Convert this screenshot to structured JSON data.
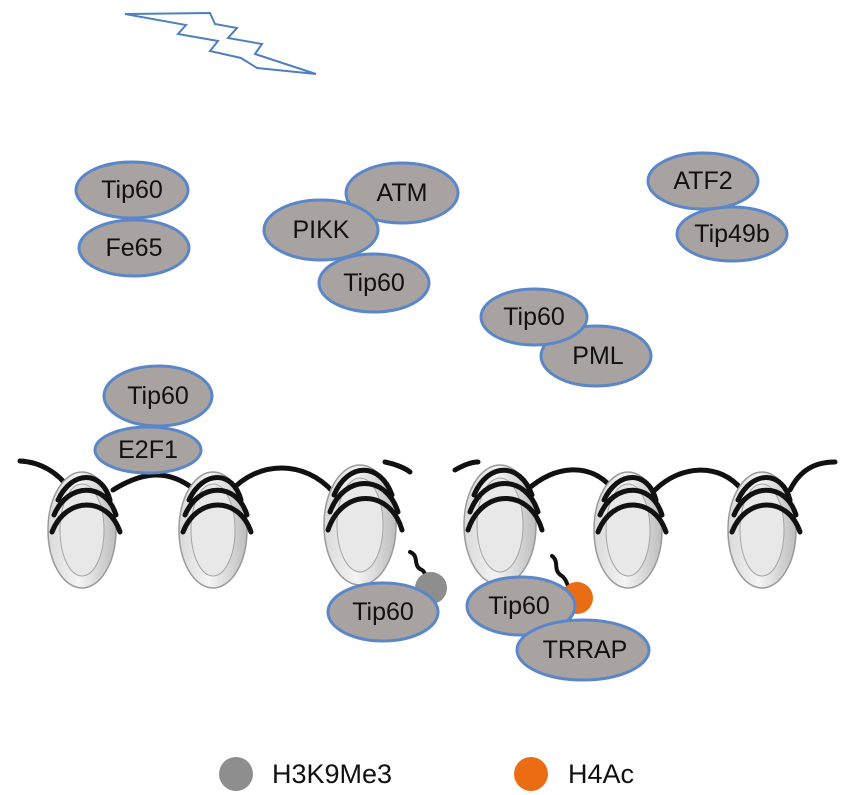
{
  "colors": {
    "protein_fill": "#a8a3a0",
    "protein_stroke": "#5b87c8",
    "dna": "#111111",
    "h3k9me3": "#8e8e8e",
    "h4ac": "#ea6d14",
    "bolt_stroke": "#4f7fbf"
  },
  "proteins": {
    "tip60_a": "Tip60",
    "fe65": "Fe65",
    "atm": "ATM",
    "pikk": "PIKK",
    "tip60_b": "Tip60",
    "atf2": "ATF2",
    "tip49b": "Tip49b",
    "tip60_c": "Tip60",
    "pml": "PML",
    "tip60_d": "Tip60",
    "e2f1": "E2F1",
    "tip60_e": "Tip60",
    "tip60_f": "Tip60",
    "trrap": "TRRAP"
  },
  "legend": {
    "h3k9me3": "H3K9Me3",
    "h4ac": "H4Ac"
  }
}
